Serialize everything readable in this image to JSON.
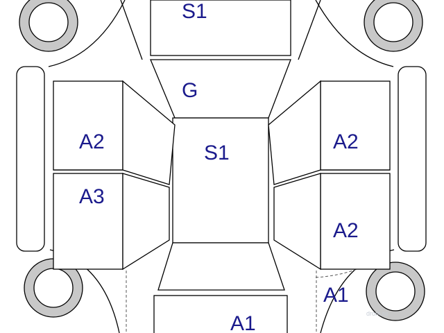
{
  "colors": {
    "label": "#1a1a8c",
    "tire": "#c8c8c8",
    "outline": "#000000",
    "watermark": "#c9cfd8"
  },
  "labels": {
    "roof_top": "S1",
    "windshield": "G",
    "hood": "S1",
    "left_front_door": "A2",
    "left_rear_door": "A3",
    "right_front_door": "A2",
    "right_rear_door": "A2",
    "right_rear_corner": "A1",
    "front_bumper": "A1"
  },
  "watermark": "drom.ru"
}
